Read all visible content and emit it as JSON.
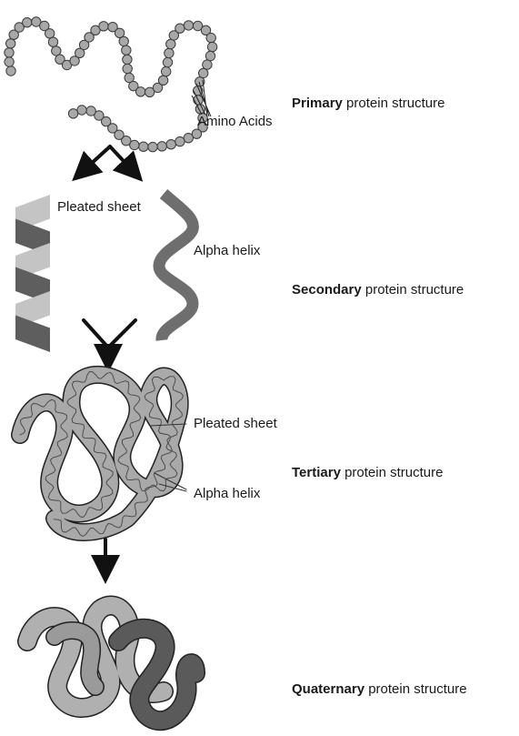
{
  "diagram": {
    "levels": [
      {
        "bold": "Primary",
        "rest": " protein structure"
      },
      {
        "bold": "Secondary",
        "rest": " protein structure"
      },
      {
        "bold": "Tertiary",
        "rest": " protein structure"
      },
      {
        "bold": "Quaternary",
        "rest": " protein structure"
      }
    ],
    "labels": {
      "amino_acids": "Amino Acids",
      "pleated_sheet_secondary": "Pleated sheet",
      "alpha_helix_secondary": "Alpha helix",
      "pleated_sheet_tertiary": "Pleated sheet",
      "alpha_helix_tertiary": "Alpha helix"
    },
    "colors": {
      "bead_fill": "#a8a8a8",
      "bead_stroke": "#3a3a3a",
      "sheet_dark": "#5e5e5e",
      "sheet_light": "#c4c4c4",
      "helix": "#6e6e6e",
      "tertiary_fill": "#a9a9a9",
      "quaternary_light": "#b0b0b0",
      "quaternary_dark": "#5a5a5a"
    }
  }
}
